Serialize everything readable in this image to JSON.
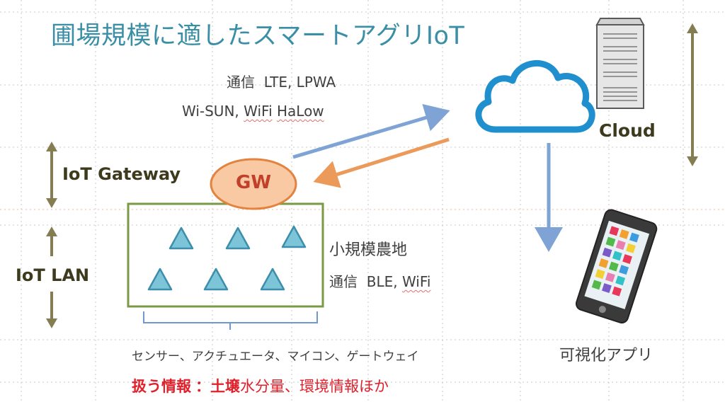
{
  "title": "圃場規模に適したスマートアグリIoT",
  "comm_top_prefix": "通信",
  "comm_top_values": "LTE, LPWA",
  "comm_mid_prefix": "Wi-SUN, ",
  "comm_mid_wifi": "WiFi",
  "comm_mid_halow": "HaLow",
  "gateway_label": "IoT Gateway",
  "gw_text": "GW",
  "lan_label": "IoT LAN",
  "field_label": "小規模農地",
  "comm_lan_prefix": "通信",
  "comm_lan_ble": "BLE, ",
  "comm_lan_wifi": "WiFi",
  "devices_text": "センサー、アクチュエータ、マイコン、ゲートウェイ",
  "info_label": "扱う情報",
  "info_colon": "：",
  "info_red_part": "土壌",
  "info_rest": "水分量、環境情報ほか",
  "cloud_label": "Cloud",
  "app_label": "可視化アプリ",
  "colors": {
    "title": "#3a8fa6",
    "arrow_up": "#7ea3d4",
    "arrow_down": "#ec9a5a",
    "olive_arrow": "#857d52",
    "field_border": "#7a9a46",
    "triangle": "#7cc5d8",
    "gw_fill": "#f9c9a3",
    "accent_red": "#e0202a"
  },
  "icons": [
    "cloud-icon",
    "server-icon",
    "smartphone-icon",
    "sensor-triangle-icon"
  ]
}
